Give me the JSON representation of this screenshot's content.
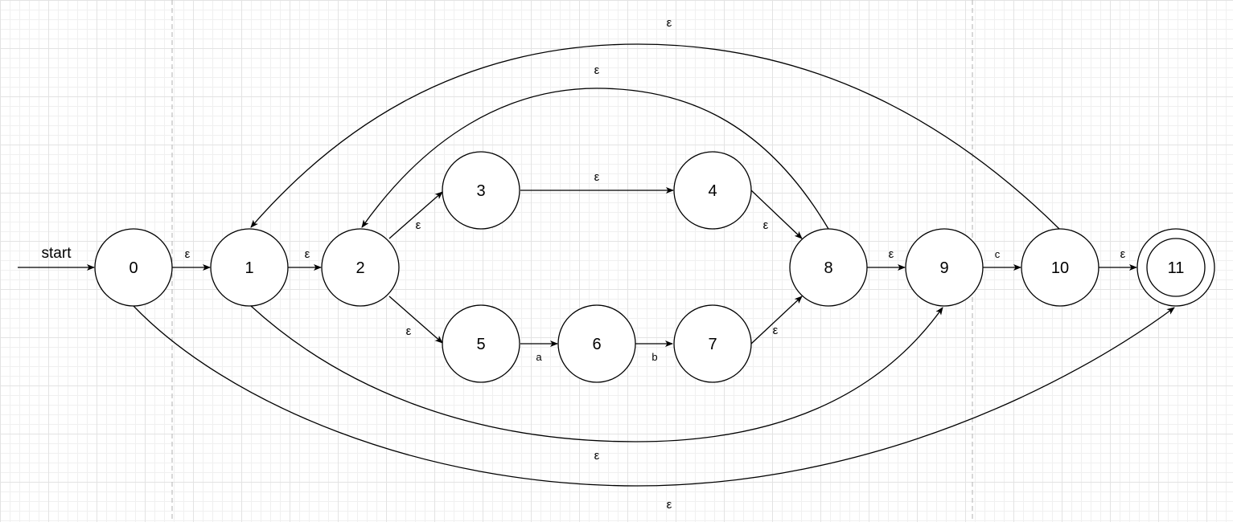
{
  "diagram": {
    "start_label": "start",
    "states": [
      {
        "id": "0",
        "label": "0"
      },
      {
        "id": "1",
        "label": "1"
      },
      {
        "id": "2",
        "label": "2"
      },
      {
        "id": "3",
        "label": "3"
      },
      {
        "id": "4",
        "label": "4"
      },
      {
        "id": "5",
        "label": "5"
      },
      {
        "id": "6",
        "label": "6"
      },
      {
        "id": "7",
        "label": "7"
      },
      {
        "id": "8",
        "label": "8"
      },
      {
        "id": "9",
        "label": "9"
      },
      {
        "id": "10",
        "label": "10"
      },
      {
        "id": "11",
        "label": "11",
        "accepting": true
      }
    ],
    "transitions": [
      {
        "from": "0",
        "to": "1",
        "label": "ε"
      },
      {
        "from": "1",
        "to": "2",
        "label": "ε"
      },
      {
        "from": "2",
        "to": "3",
        "label": "ε"
      },
      {
        "from": "2",
        "to": "5",
        "label": "ε"
      },
      {
        "from": "3",
        "to": "4",
        "label": "ε"
      },
      {
        "from": "5",
        "to": "6",
        "label": "a"
      },
      {
        "from": "6",
        "to": "7",
        "label": "b"
      },
      {
        "from": "4",
        "to": "8",
        "label": "ε"
      },
      {
        "from": "7",
        "to": "8",
        "label": "ε"
      },
      {
        "from": "8",
        "to": "2",
        "label": "ε"
      },
      {
        "from": "8",
        "to": "9",
        "label": "ε"
      },
      {
        "from": "9",
        "to": "10",
        "label": "c"
      },
      {
        "from": "10",
        "to": "11",
        "label": "ε"
      },
      {
        "from": "10",
        "to": "1",
        "label": "ε"
      },
      {
        "from": "1",
        "to": "9",
        "label": "ε"
      },
      {
        "from": "0",
        "to": "11",
        "label": "ε"
      }
    ]
  },
  "colors": {
    "stroke": "#000000",
    "node_fill": "#ffffff",
    "divider": "#bdbdbd"
  }
}
